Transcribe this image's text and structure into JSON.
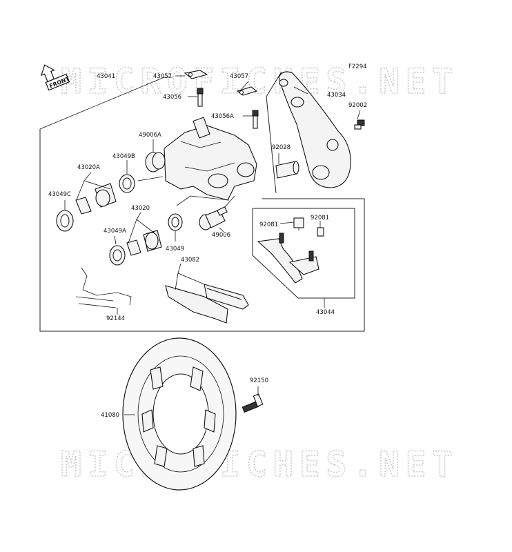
{
  "watermark": "MICROFICHES.NET",
  "figure_code": "F2294",
  "front_label": "FRONT",
  "parts": {
    "p43041": "43041",
    "p43057a": "43057",
    "p43057b": "43057",
    "p43056": "43056",
    "p43056A": "43056A",
    "p43034": "43034",
    "p92002": "92002",
    "p49006A": "49006A",
    "p43049B": "43049B",
    "p92028": "92028",
    "p43020A": "43020A",
    "p43049C": "43049C",
    "p43020": "43020",
    "p92081a": "92081",
    "p92081b": "92081",
    "p49006": "49006",
    "p43049A": "43049A",
    "p43049": "43049",
    "p43082": "43082",
    "p92144": "92144",
    "p43044": "43044",
    "p92150": "92150",
    "p41080": "41080"
  }
}
